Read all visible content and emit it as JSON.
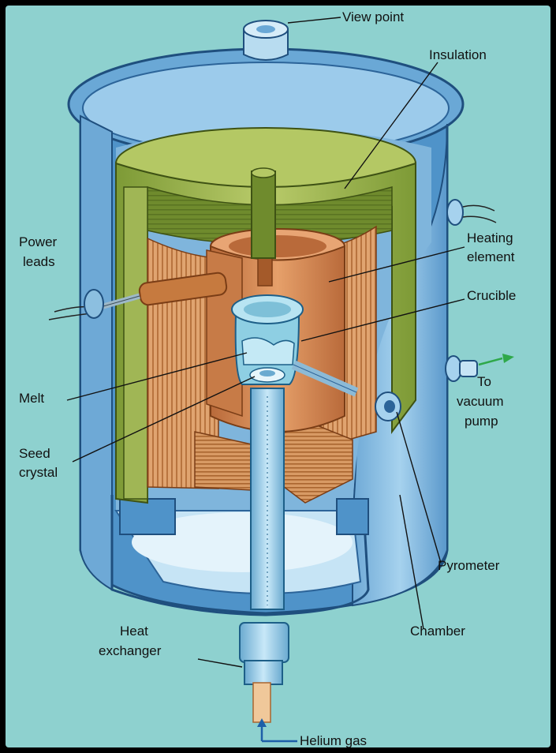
{
  "labels": {
    "view_point": "View point",
    "insulation": "Insulation",
    "power_leads_1": "Power",
    "power_leads_2": "leads",
    "heating_element_1": "Heating",
    "heating_element_2": "element",
    "crucible": "Crucible",
    "melt": "Melt",
    "to_vacuum_pump_1": "To",
    "to_vacuum_pump_2": "vacuum",
    "to_vacuum_pump_3": "pump",
    "seed_crystal_1": "Seed",
    "seed_crystal_2": "crystal",
    "pyrometer": "Pyrometer",
    "chamber": "Chamber",
    "heat_exchanger_1": "Heat",
    "heat_exchanger_2": "exchanger",
    "helium_gas": "Helium gas"
  },
  "colors": {
    "background": "#8ed1cf",
    "chamber_outer": "#4f93c9",
    "chamber_inner": "#8fc4e6",
    "insulation": "#7f9a3a",
    "heating_element": "#c97a45",
    "crucible": "#7ec8dc",
    "arrow_green": "#2fa84a",
    "arrow_blue": "#1d5fa8"
  }
}
